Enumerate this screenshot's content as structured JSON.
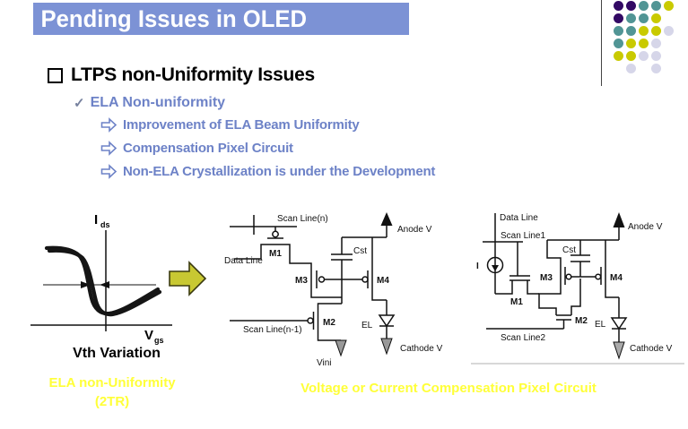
{
  "title_bar": {
    "text": "Pending Issues in OLED",
    "bg_color": "#7C92D5",
    "text_color": "#FFFFFF"
  },
  "bullets": {
    "heading": "LTPS non-Uniformity Issues",
    "check_glyph": "✓",
    "check_item": "ELA Non-uniformity",
    "arrow_items": [
      "Improvement of ELA Beam Uniformity",
      "Compensation Pixel Circuit",
      "Non-ELA Crystallization is under the Development"
    ],
    "accent_color": "#6D82C7"
  },
  "vth_figure": {
    "y_axis_label": "I",
    "y_axis_sub": "ds",
    "x_axis_label": "V",
    "x_axis_sub": "gs",
    "caption": "Vth Variation",
    "sub_caption_line1": "ELA non-Uniformity",
    "sub_caption_line2": "(2TR)"
  },
  "circuit_voltage": {
    "scan_line_n": "Scan Line(n)",
    "data_line": "Data Line",
    "m1": "M1",
    "m2": "M2",
    "m3": "M3",
    "m4": "M4",
    "cst": "Cst",
    "anode": "Anode V",
    "scan_line_n_1": "Scan Line(n-1)",
    "vini": "Vini",
    "el": "EL",
    "cathode": "Cathode V"
  },
  "circuit_current": {
    "data_line": "Data Line",
    "scan_line_1": "Scan Line1",
    "current_source": "I",
    "m1": "M1",
    "m2": "M2",
    "m3": "M3",
    "m4": "M4",
    "cst": "Cst",
    "anode": "Anode V",
    "scan_line_2": "Scan Line2",
    "el": "EL",
    "cathode": "Cathode V"
  },
  "bottom_caption": "Voltage or Current Compensation Pixel Circuit",
  "colors": {
    "yellow_text": "#FFFF38",
    "block_arrow_fill": "#C8C832",
    "title_bg": "#7C92D5"
  },
  "decoration": {
    "dot_colors": {
      "P": "#320964",
      "T": "#519595",
      "Y": "#C9CA00",
      "L": "#D6D6E9"
    },
    "dot_rows": [
      [
        "P",
        "P",
        "T",
        "T",
        "Y"
      ],
      [
        "P",
        "T",
        "T",
        "Y",
        ""
      ],
      [
        "T",
        "T",
        "Y",
        "Y",
        "L"
      ],
      [
        "T",
        "Y",
        "Y",
        "L",
        ""
      ],
      [
        "Y",
        "Y",
        "L",
        "L",
        ""
      ],
      [
        "",
        "L",
        "",
        "L",
        ""
      ]
    ]
  }
}
